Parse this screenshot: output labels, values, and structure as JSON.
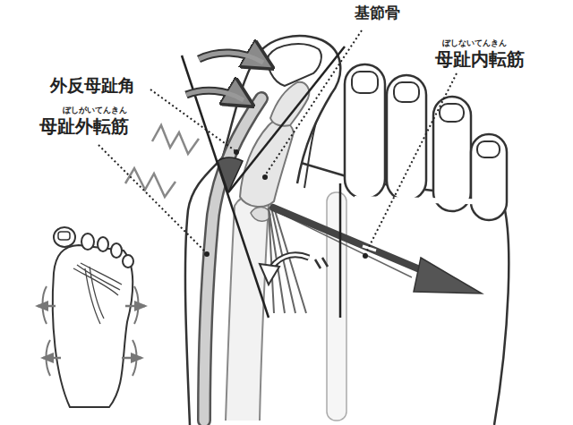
{
  "diagram": {
    "labels": [
      "基節骨",
      "ぼしないてんきん",
      "母趾内転筋",
      "外反母趾角",
      "ぼしがいてんきん",
      "母趾外転筋"
    ]
  }
}
